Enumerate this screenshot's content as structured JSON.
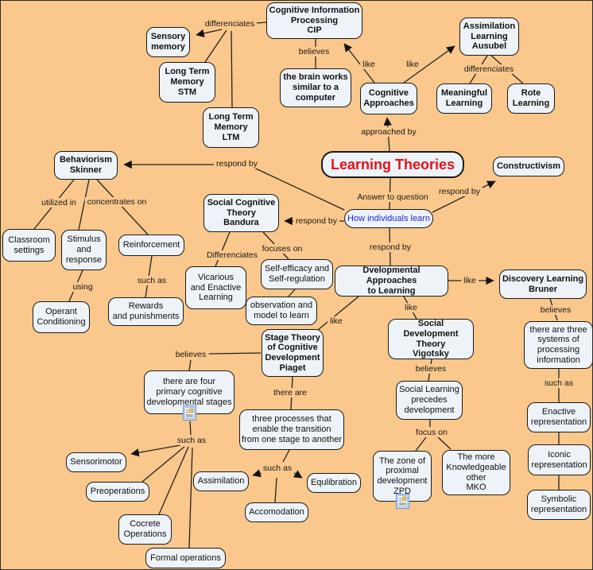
{
  "title": "Learning Theories",
  "colors": {
    "background": "#FAC88C",
    "node_fill": "#EDF3F8",
    "node_border": "#1A1A1A",
    "title_text": "#E8111A",
    "question_text": "#2323E6",
    "edge": "#222222"
  },
  "nodes": {
    "cip": {
      "label": "Cognitive Information\nProcessing\nCIP"
    },
    "sensory": {
      "label": "Sensory\nmemory"
    },
    "ltm_stm": {
      "label": "Long Term\nMemory\nSTM"
    },
    "ltm_ltm": {
      "label": "Long Term\nMemory\nLTM"
    },
    "brain": {
      "label": "the brain works\nsimilar to a\ncomputer"
    },
    "cognitive_approaches": {
      "label": "Cognitive\nApproaches"
    },
    "assimilation_learning": {
      "label": "Assimilation\nLearning\nAusubel"
    },
    "meaningful": {
      "label": "Meaningful\nLearning"
    },
    "rote": {
      "label": "Rote\nLearning"
    },
    "behaviorism": {
      "label": "Behaviorism\nSkinner"
    },
    "learning_theories": {
      "label": "Learning Theories"
    },
    "constructivism": {
      "label": "Constructivism"
    },
    "how_individuals": {
      "label": "How individuals learn"
    },
    "classroom": {
      "label": "Classroom\nsettings"
    },
    "stimulus": {
      "label": "Stimulus\nand\nresponse"
    },
    "reinforcement": {
      "label": "Reinforcement"
    },
    "bandura": {
      "label": "Social Cognitive\nTheory\nBandura"
    },
    "vicarious": {
      "label": "Vicarious\nand Enactive\nLearning"
    },
    "self_efficacy": {
      "label": "Self-efficacy and\nSelf-regulation"
    },
    "observation": {
      "label": "observation and\nmodel to learn"
    },
    "operant": {
      "label": "Operant\nConditioning"
    },
    "rewards": {
      "label": "Rewards\nand punishments"
    },
    "developmental": {
      "label": "Dvelopmental Approaches\nto Learning"
    },
    "discovery": {
      "label": "Discovery Learning\nBruner"
    },
    "three_systems": {
      "label": "there are three\nsystems of\nprocessing\ninformation"
    },
    "enactive_rep": {
      "label": "Enactive\nrepresentation"
    },
    "iconic_rep": {
      "label": "Iconic\nrepresentation"
    },
    "symbolic_rep": {
      "label": "Symbolic\nrepresentation"
    },
    "vigotsky": {
      "label": "Social Development\nTheory\nVigotsky"
    },
    "social_learning": {
      "label": "Social Learning\nprecedes\ndevelopment"
    },
    "zpd": {
      "label": "The zone of\nproximal\ndevelopment\nZPD"
    },
    "mko": {
      "label": "The more\nKnowledgeable\nother\nMKO"
    },
    "piaget": {
      "label": "Stage Theory\nof Cognitive\nDevelopment\nPiaget"
    },
    "four_stages": {
      "label": "there are four\nprimary cognitive\ndevelopmental stages"
    },
    "three_processes": {
      "label": "three processes that\nenable the transition\nfrom one stage to another"
    },
    "sensorimotor": {
      "label": "Sensorimotor"
    },
    "preoperations": {
      "label": "Preoperations"
    },
    "concrete": {
      "label": "Cocrete\nOperations"
    },
    "formal": {
      "label": "Formal operations"
    },
    "assimilation": {
      "label": "Assimilation"
    },
    "accommodation": {
      "label": "Accomodation"
    },
    "equilibration": {
      "label": "Equlibration"
    }
  },
  "edge_labels": {
    "diff_cip": "differenciates",
    "believes_cip": "believes",
    "like_cip": "like",
    "like_ausubel": "like",
    "diff_ausubel": "differenciates",
    "approached_by": "approached by",
    "respond_behaviorism": "respond by",
    "respond_constructivism": "respond by",
    "answer_question": "Answer to question",
    "respond_bandura": "respond by",
    "respond_developmental": "respond by",
    "utilized_in": "utilized in",
    "concentrates_on": "concentrates on",
    "differenciates_bandura": "Differenciates",
    "focuses_on": "focuses on",
    "using": "using",
    "such_as_reinforcement": "such as",
    "like_discovery": "like",
    "like_vigotsky": "like",
    "like_piaget": "like",
    "believes_bruner": "believes",
    "such_as_bruner": "such as",
    "believes_vigotsky": "believes",
    "focus_on": "focus on",
    "believes_piaget": "believes",
    "there_are": "there are",
    "such_as_stages": "such as",
    "such_as_processes": "such as"
  }
}
